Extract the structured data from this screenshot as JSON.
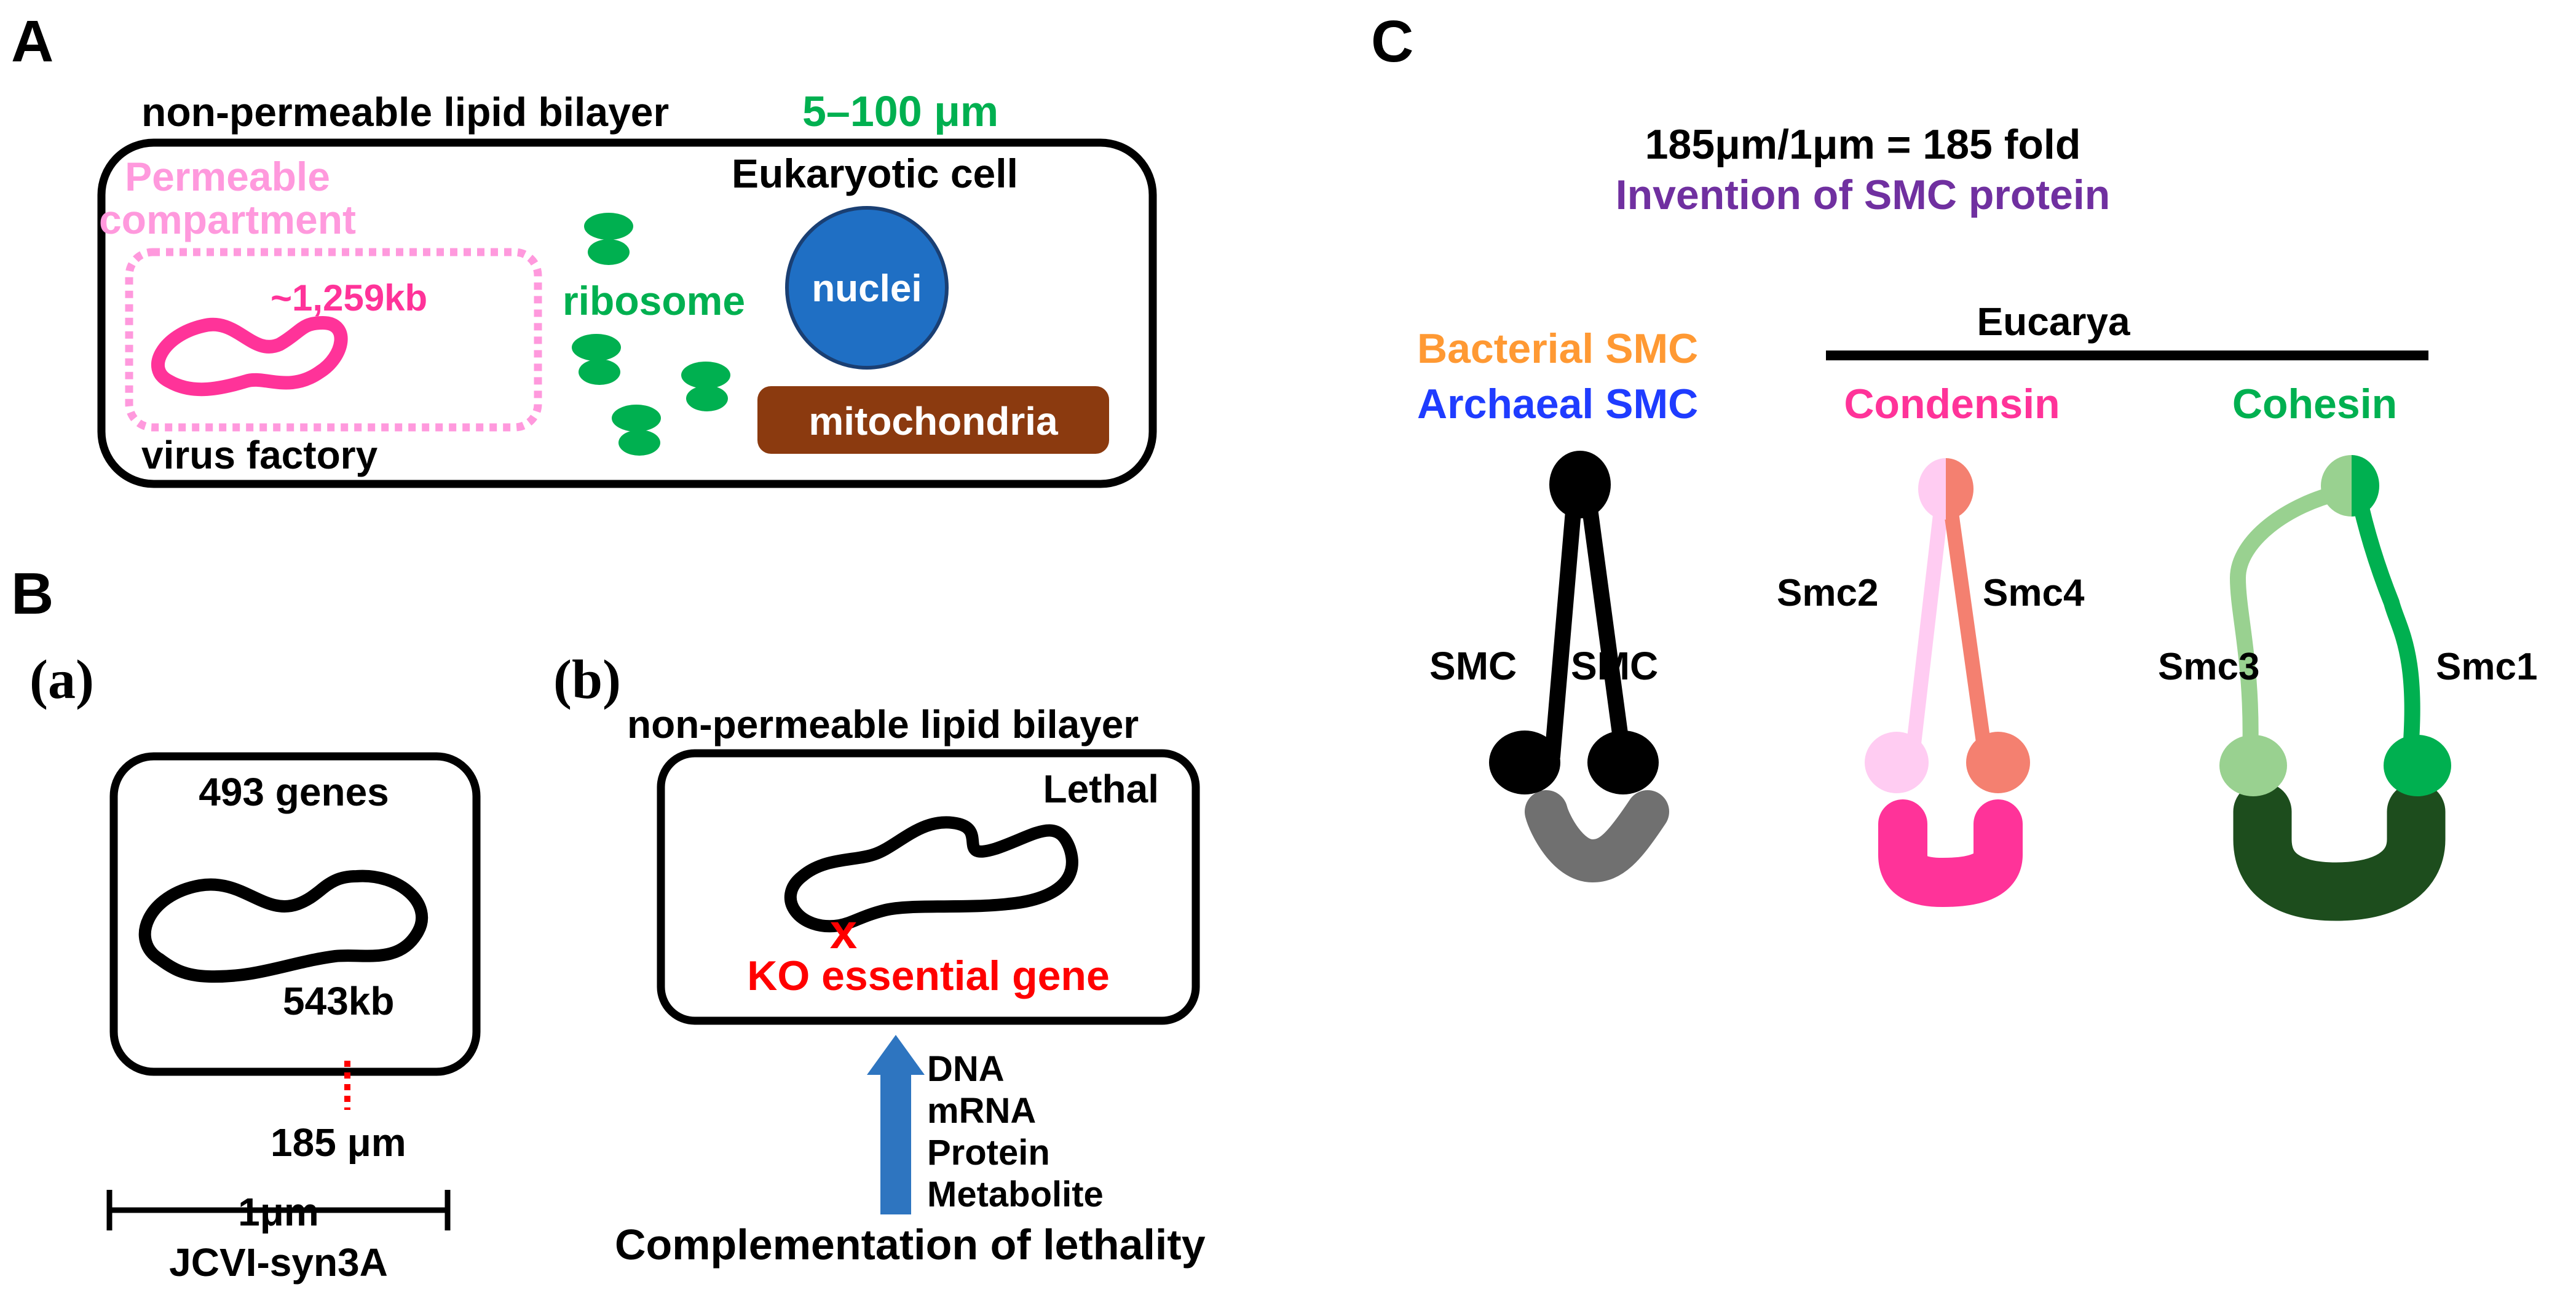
{
  "panels": {
    "A": {
      "letter": "A",
      "membrane_label": "non-permeable lipid bilayer",
      "size_label": "5–100 μm",
      "cell_label": "Eukaryotic cell",
      "compartment_label_1": "Permeable",
      "compartment_label_2": "compartment",
      "genome_size": "~1,259kb",
      "factory_label": "virus factory",
      "ribosome_label": "ribosome",
      "nuclei_label": "nuclei",
      "mito_label": "mitochondria"
    },
    "B": {
      "letter": "B",
      "a": {
        "letter": "(a)",
        "genes": "493 genes",
        "genome_size": "543kb",
        "length_label": "185 μm",
        "scale_label": "1μm",
        "organism": "JCVI-syn3A"
      },
      "b": {
        "letter": "(b)",
        "membrane_label": "non-permeable lipid bilayer",
        "lethal": "Lethal",
        "ko_label": "KO essential gene",
        "ko_mark": "x",
        "molecules": [
          "DNA",
          "mRNA",
          "Protein",
          "Metabolite"
        ],
        "complementation": "Complementation of lethality"
      }
    },
    "C": {
      "letter": "C",
      "fold": "185μm/1μm = 185 fold",
      "invention": "Invention of SMC protein",
      "eucarya": "Eucarya",
      "bacterial": "Bacterial SMC",
      "archaeal": "Archaeal SMC",
      "condensin": "Condensin",
      "cohesin": "Cohesin",
      "smc_left": "SMC",
      "smc_right": "SMC",
      "smc2": "Smc2",
      "smc4": "Smc4",
      "smc3": "Smc3",
      "smc1": "Smc1"
    }
  },
  "colors": {
    "black": "#000000",
    "green": "#00b050",
    "light_pink": "#ff99dd",
    "magenta": "#ff3399",
    "blue_nucleus": "#1f6fc4",
    "brown": "#8b3a0f",
    "red": "#ff0000",
    "orange": "#ff9933",
    "blue_label": "#1f3cff",
    "purple": "#7030a0",
    "gray": "#707070",
    "pale_pink": "#ffccf2",
    "salmon": "#f48070",
    "light_green": "#99d190",
    "dark_green": "#1d4d1d",
    "arrow_blue": "#2e75c0"
  }
}
